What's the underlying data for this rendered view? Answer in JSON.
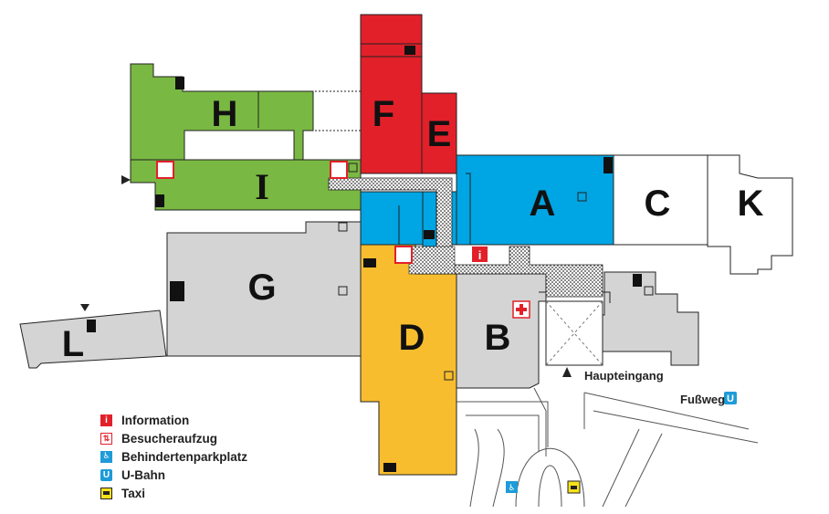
{
  "colors": {
    "red": "#e2202a",
    "green": "#79b843",
    "blue": "#00a5e3",
    "yellow": "#f7bd2e",
    "gray": "#d4d4d4",
    "white": "#ffffff",
    "outline": "#222222",
    "ubahn": "#1e9bd8",
    "taxi": "#f6e11c"
  },
  "buildings": {
    "A": "A",
    "B": "B",
    "C": "C",
    "D": "D",
    "E": "E",
    "F": "F",
    "G": "G",
    "H": "H",
    "I": "I",
    "K": "K",
    "L": "L"
  },
  "labels": {
    "main_entrance": "Haupteingang",
    "footpath": "Fußweg"
  },
  "legend": [
    {
      "icon": "information-icon",
      "glyph": "i",
      "label": "Information"
    },
    {
      "icon": "visitor-elevator-icon",
      "glyph": "⇅",
      "label": "Besucheraufzug"
    },
    {
      "icon": "disabled-parking-icon",
      "glyph": "♿",
      "label": "Behindertenparkplatz"
    },
    {
      "icon": "u-bahn-icon",
      "glyph": "U",
      "label": "U-Bahn"
    },
    {
      "icon": "taxi-icon",
      "glyph": "▀",
      "label": "Taxi"
    }
  ]
}
